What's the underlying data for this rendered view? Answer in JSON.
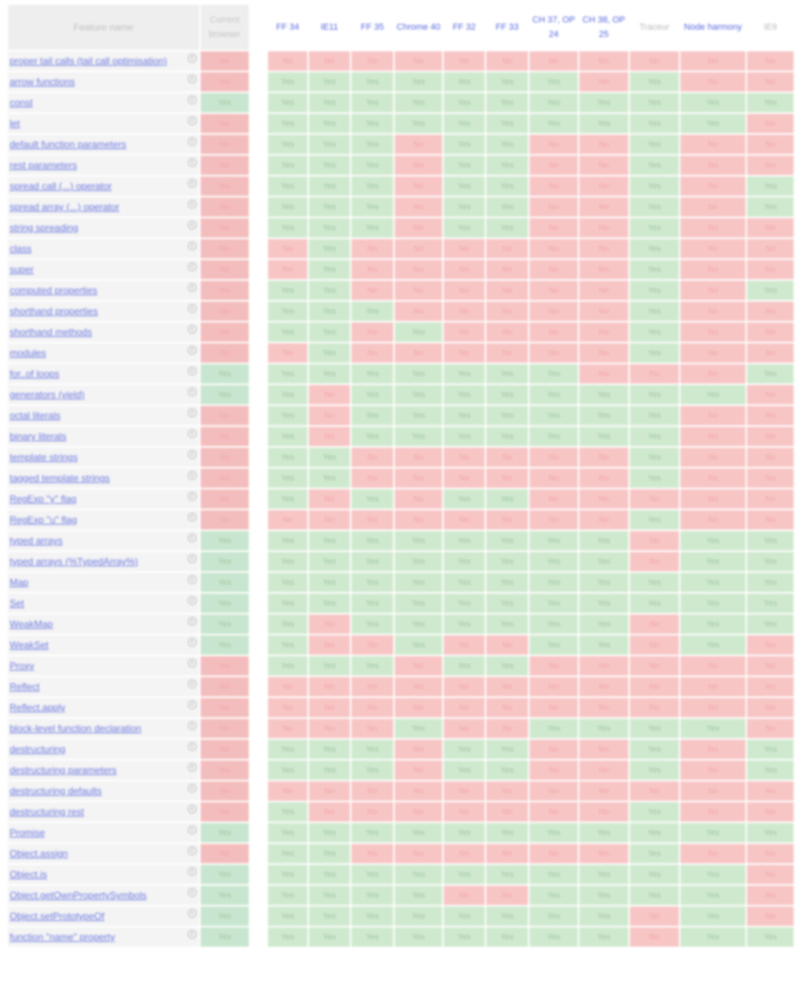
{
  "header": {
    "feature_col": "Feature name",
    "current_browser": "Current browser",
    "columns": [
      "FF 34",
      "IE11",
      "FF 35",
      "Chrome 40",
      "FF 32",
      "FF 33",
      "CH 37, OP 24",
      "CH 38, OP 25",
      "Traceur",
      "Node harmony",
      "IE9"
    ]
  },
  "rows": [
    {
      "name": "proper tail calls (tail call optimisation)",
      "cur": "n",
      "cells": "nnnnnnnnnnn"
    },
    {
      "name": "arrow functions",
      "cur": "n",
      "cells": "yyyyyyynynn"
    },
    {
      "name": "const",
      "cur": "y",
      "cells": "yyyyyyyyyyy"
    },
    {
      "name": "let",
      "cur": "n",
      "cells": "yyyyyyyyyyn"
    },
    {
      "name": "default function parameters",
      "cur": "n",
      "cells": "yyynyynnynn"
    },
    {
      "name": "rest parameters",
      "cur": "n",
      "cells": "yyynyynnynn"
    },
    {
      "name": "spread call (...) operator",
      "cur": "n",
      "cells": "yyynyynnyny"
    },
    {
      "name": "spread array (...) operator",
      "cur": "n",
      "cells": "yyynyynnyny"
    },
    {
      "name": "string spreading",
      "cur": "n",
      "cells": "yyynyynnynn"
    },
    {
      "name": "class",
      "cur": "n",
      "cells": "nynnnnnnynn"
    },
    {
      "name": "super",
      "cur": "n",
      "cells": "nynnnnnnynn"
    },
    {
      "name": "computed properties",
      "cur": "n",
      "cells": "yynnnnnnyny"
    },
    {
      "name": "shorthand properties",
      "cur": "n",
      "cells": "yyynnnnnynn"
    },
    {
      "name": "shorthand methods",
      "cur": "n",
      "cells": "yynynnnnynn"
    },
    {
      "name": "modules",
      "cur": "n",
      "cells": "nynnnnnnynn"
    },
    {
      "name": "for..of loops",
      "cur": "y",
      "cells": "yyyyyyynnny"
    },
    {
      "name": "generators (yield)",
      "cur": "y",
      "cells": "ynyyyyyyyyn"
    },
    {
      "name": "octal literals",
      "cur": "n",
      "cells": "ynyyyyyyynn"
    },
    {
      "name": "binary literals",
      "cur": "n",
      "cells": "ynyyyyyyynn"
    },
    {
      "name": "template strings",
      "cur": "n",
      "cells": "yynnnnnnynn"
    },
    {
      "name": "tagged template strings",
      "cur": "n",
      "cells": "yynnnnnnynn"
    },
    {
      "name": "RegExp \"y\" flag",
      "cur": "n",
      "cells": "ynynyynnnnn"
    },
    {
      "name": "RegExp \"u\" flag",
      "cur": "n",
      "cells": "nnnnnnnnynn"
    },
    {
      "name": "typed arrays",
      "cur": "y",
      "cells": "yyyyyyyynyy"
    },
    {
      "name": "typed arrays (%TypedArray%)",
      "cur": "y",
      "cells": "yyyyyyyynyy"
    },
    {
      "name": "Map",
      "cur": "y",
      "cells": "yyyyyyyyyyy"
    },
    {
      "name": "Set",
      "cur": "y",
      "cells": "yyyyyyyyyyy"
    },
    {
      "name": "WeakMap",
      "cur": "y",
      "cells": "ynyyyyyynyy"
    },
    {
      "name": "WeakSet",
      "cur": "y",
      "cells": "ynnynnyynyn"
    },
    {
      "name": "Proxy",
      "cur": "n",
      "cells": "yyynyynnnnn"
    },
    {
      "name": "Reflect",
      "cur": "n",
      "cells": "nnnnnnnnnnn"
    },
    {
      "name": "Reflect.apply",
      "cur": "n",
      "cells": "nnnnnnnnnnn"
    },
    {
      "name": "block-level function declaration",
      "cur": "n",
      "cells": "nnnynnyyyyn"
    },
    {
      "name": "destructuring",
      "cur": "n",
      "cells": "yyynyynnyny"
    },
    {
      "name": "destructuring parameters",
      "cur": "n",
      "cells": "yyynyynnyny"
    },
    {
      "name": "destructuring defaults",
      "cur": "n",
      "cells": "nnnnnnnnnnn"
    },
    {
      "name": "destructuring rest",
      "cur": "n",
      "cells": "ynnnnnnnynn"
    },
    {
      "name": "Promise",
      "cur": "y",
      "cells": "yyyyyyyyyyy"
    },
    {
      "name": "Object.assign",
      "cur": "n",
      "cells": "yynnnnnnynn"
    },
    {
      "name": "Object.is",
      "cur": "y",
      "cells": "yyyyyyyyyyn"
    },
    {
      "name": "Object.getOwnPropertySymbols",
      "cur": "y",
      "cells": "yyyynnyyyyn"
    },
    {
      "name": "Object.setPrototypeOf",
      "cur": "y",
      "cells": "yyyyyyyynyn"
    },
    {
      "name": "function \"name\" property",
      "cur": "y",
      "cells": "yyyyyyyynyy"
    }
  ],
  "labels": {
    "yes": "Yes",
    "no": "No",
    "info_icon": "c"
  },
  "colors": {
    "yes": "#cfe9cf",
    "no": "#f8c5c5",
    "link": "#6b77e0"
  }
}
